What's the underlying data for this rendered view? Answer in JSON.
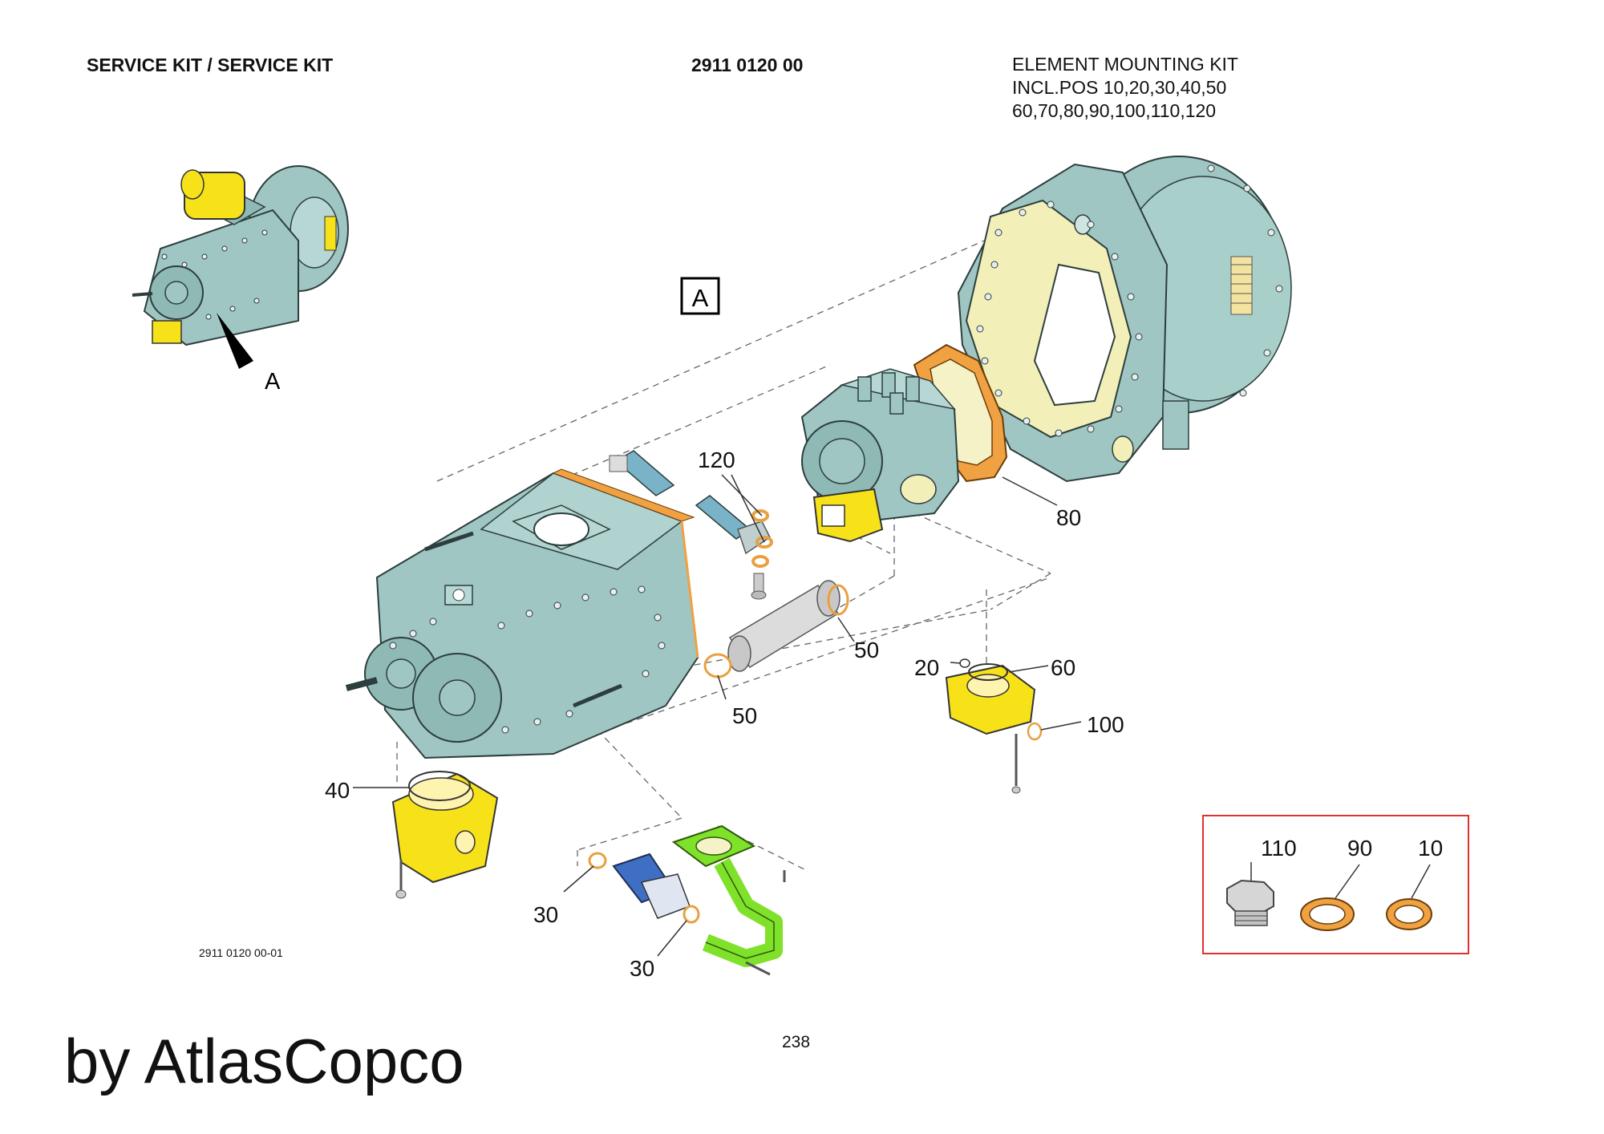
{
  "header": {
    "left_title": "SERVICE KIT / SERVICE KIT",
    "part_number": "2911 0120 00",
    "kit_lines": [
      "ELEMENT MOUNTING KIT",
      "INCL.POS 10,20,30,40,50",
      "60,70,80,90,100,110,120"
    ]
  },
  "overview": {
    "view_label": "A"
  },
  "detail_marker": "A",
  "callouts": {
    "pos_120": "120",
    "pos_80": "80",
    "pos_50a": "50",
    "pos_50b": "50",
    "pos_20": "20",
    "pos_60": "60",
    "pos_100": "100",
    "pos_40": "40",
    "pos_30a": "30",
    "pos_30b": "30",
    "pos_110": "110",
    "pos_90": "90",
    "pos_10": "10"
  },
  "drawing_number": "2911 0120 00-01",
  "page_number": "238",
  "watermark": "by AtlasCopco",
  "colors": {
    "housing": "#9fc6c2",
    "housing_dark": "#6f9d99",
    "gasket_orange": "#f0a142",
    "yellow_part": "#f7e21a",
    "green_part": "#7fe12a",
    "blue_part": "#3f6fc4",
    "inset_border": "#e03030",
    "seal_ring": "#e8a040"
  }
}
